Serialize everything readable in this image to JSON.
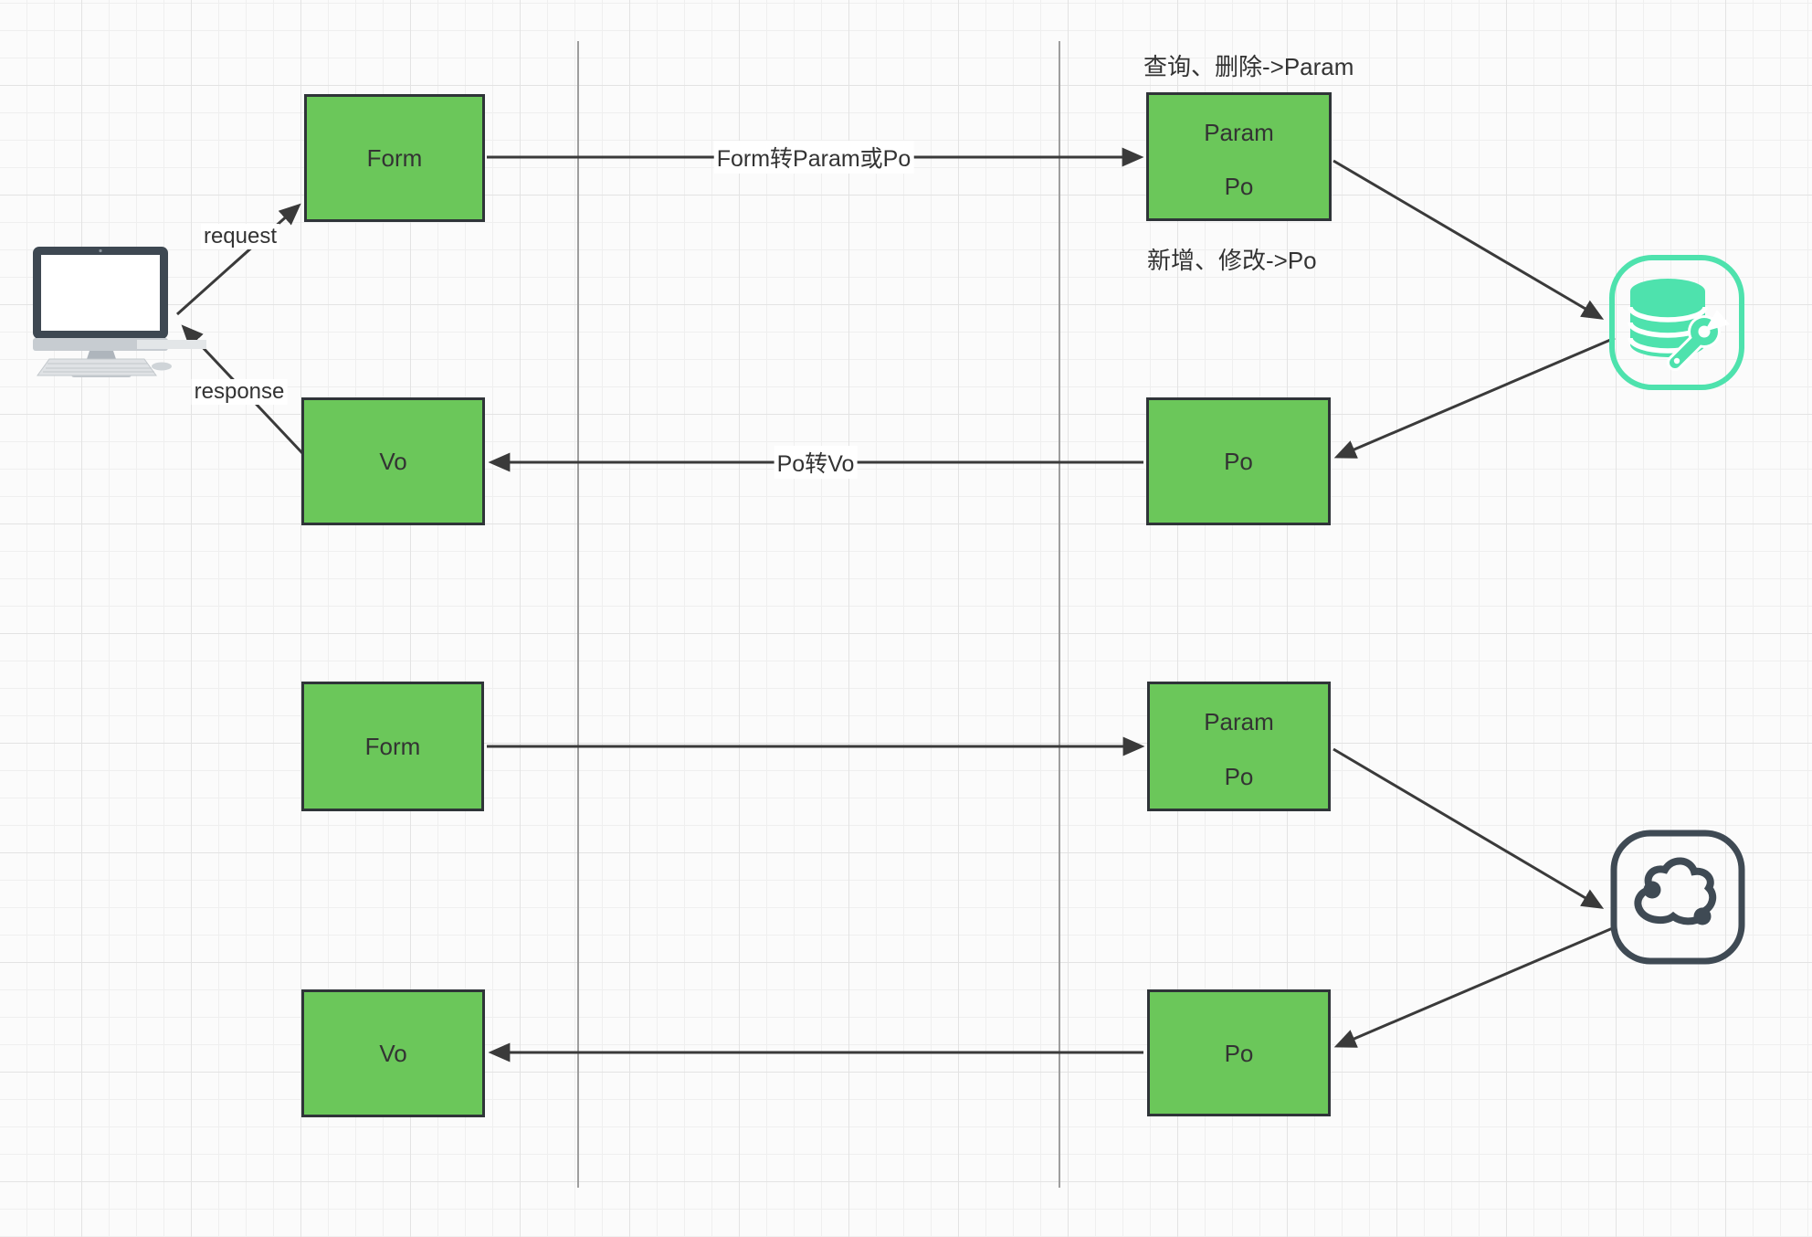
{
  "canvas": {
    "type": "diagram-canvas",
    "background": "#FBFBFB",
    "grid_minor_color": "#EFEFEF",
    "grid_major_color": "#E3E3E3"
  },
  "colors": {
    "canvas_bg": "#FBFBFB",
    "grid_minor": "#EFEFEF",
    "grid_major": "#E3E3E3",
    "box_fill": "#6BC75A",
    "box_border": "#2F3438",
    "text": "#333333",
    "arrow": "#3A3A3A",
    "separator": "#9E9E9E",
    "database_icon": "#4EE2AD",
    "cloud_icon": "#3F4A54"
  },
  "boxes": [
    {
      "id": "form-top",
      "lines": [
        "Form"
      ]
    },
    {
      "id": "param-po-top",
      "lines": [
        "Param",
        "Po"
      ]
    },
    {
      "id": "vo-top",
      "lines": [
        "Vo"
      ]
    },
    {
      "id": "po-top",
      "lines": [
        "Po"
      ]
    },
    {
      "id": "form-bottom",
      "lines": [
        "Form"
      ]
    },
    {
      "id": "param-po-bottom",
      "lines": [
        "Param",
        "Po"
      ]
    },
    {
      "id": "vo-bottom",
      "lines": [
        "Vo"
      ]
    },
    {
      "id": "po-bottom",
      "lines": [
        "Po"
      ]
    }
  ],
  "edge_labels": {
    "request": "request",
    "response": "response",
    "form_to_param": "Form转Param或Po",
    "po_to_vo": "Po转Vo"
  },
  "annotations": {
    "query_delete": "查询、删除->Param",
    "create_update": "新增、修改->Po"
  },
  "icons": [
    {
      "name": "computer-monitor-icon"
    },
    {
      "name": "database-maintenance-icon"
    },
    {
      "name": "cloud-service-icon"
    }
  ]
}
